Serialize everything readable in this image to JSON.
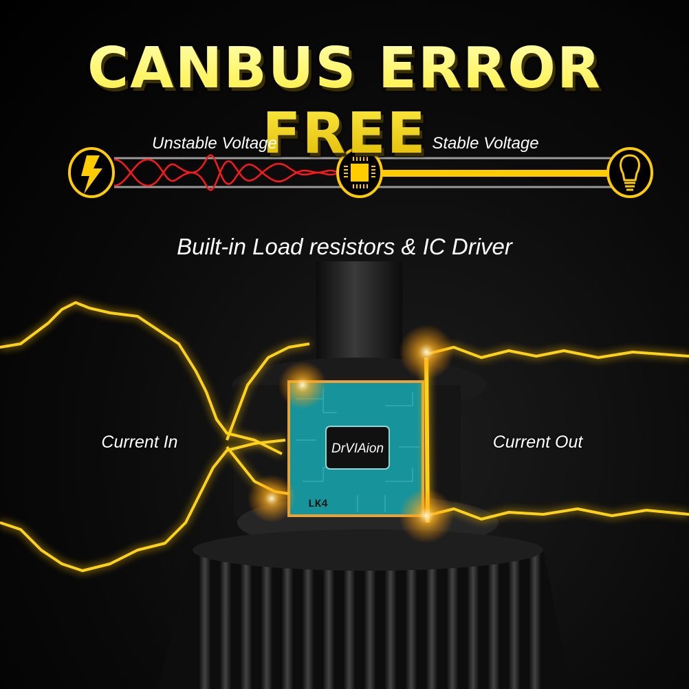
{
  "title": "CANBUS ERROR FREE",
  "voltage_diagram": {
    "unstable_label": "Unstable Voltage",
    "stable_label": "Stable Voltage",
    "icons": [
      "lightning-icon",
      "chip-icon",
      "bulb-icon"
    ]
  },
  "subtitle": "Built-in Load resistors & IC Driver",
  "current_in_label": "Current In",
  "current_out_label": "Current Out",
  "chip_logo": "DrVIAion",
  "chip_marking": "LK4",
  "colors": {
    "accent": "#ffcc00",
    "wave": "#ff1a1a",
    "chip": "#1aa0a8"
  }
}
